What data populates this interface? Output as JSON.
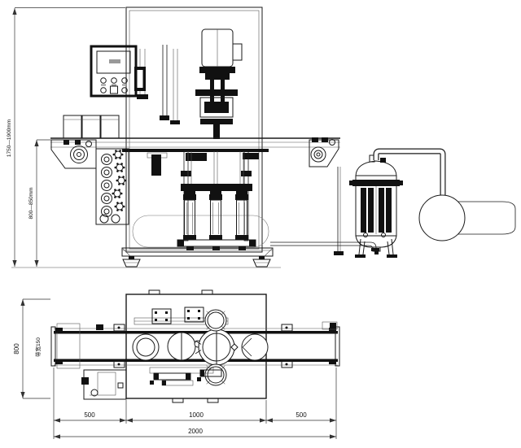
{
  "dimensions": {
    "overall_height": "1750—1900mm",
    "working_height": "800—850mm",
    "plan_depth": "800",
    "belt_width_label": "带宽150",
    "span_left": "500",
    "span_center": "1000",
    "span_right": "500",
    "span_total": "2000"
  },
  "colors": {
    "ink": "#1a1a1a",
    "thin_ink": "#555555",
    "background": "#ffffff"
  }
}
